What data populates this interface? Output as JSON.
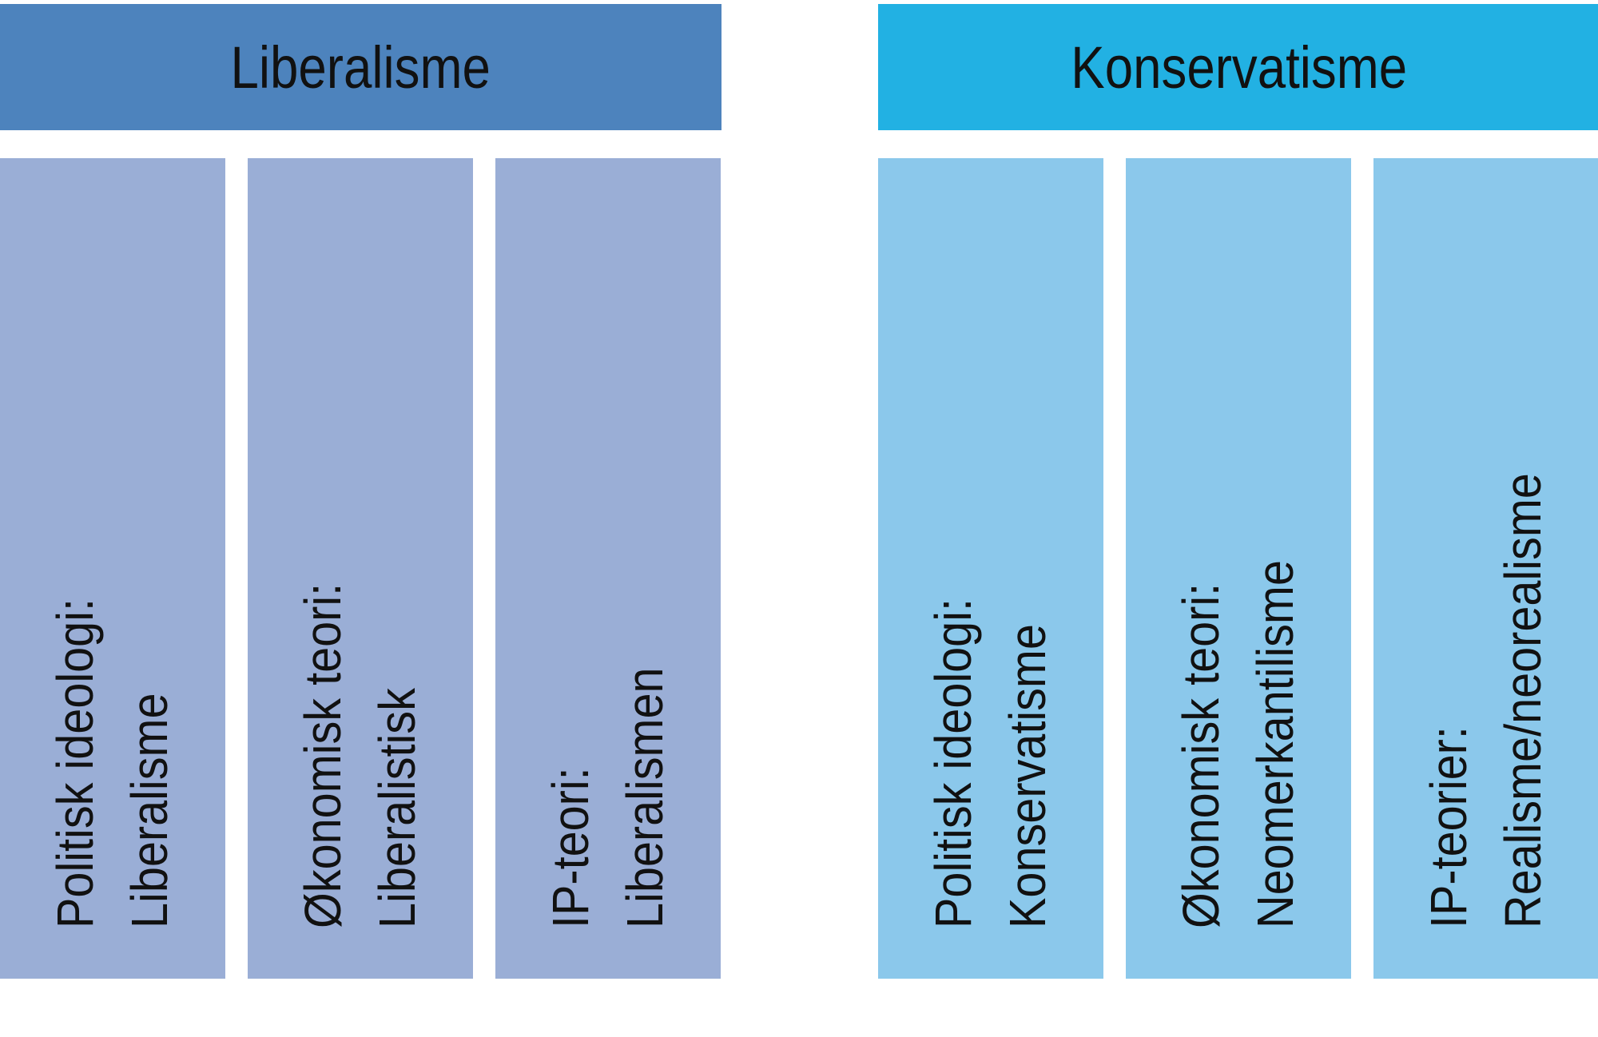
{
  "colors": {
    "liberal_header": "#4d83bd",
    "liberal_column": "#9aaed6",
    "conservative_header": "#22b1e3",
    "conservative_column": "#8bc8eb",
    "text": "#111111"
  },
  "groups": [
    {
      "header": "Liberalisme",
      "columns": [
        {
          "line1": "Politisk ideologi:",
          "line2": "Liberalisme"
        },
        {
          "line1": "Økonomisk teori:",
          "line2": "Liberalistisk"
        },
        {
          "line1": "IP-teori:",
          "line2": "Liberalismen"
        }
      ]
    },
    {
      "header": "Konservatisme",
      "columns": [
        {
          "line1": "Politisk ideologi:",
          "line2": "Konservatisme"
        },
        {
          "line1": "Økonomisk teori:",
          "line2": "Neomerkantilisme"
        },
        {
          "line1": "IP-teorier:",
          "line2": "Realisme/neorealisme"
        }
      ]
    }
  ]
}
